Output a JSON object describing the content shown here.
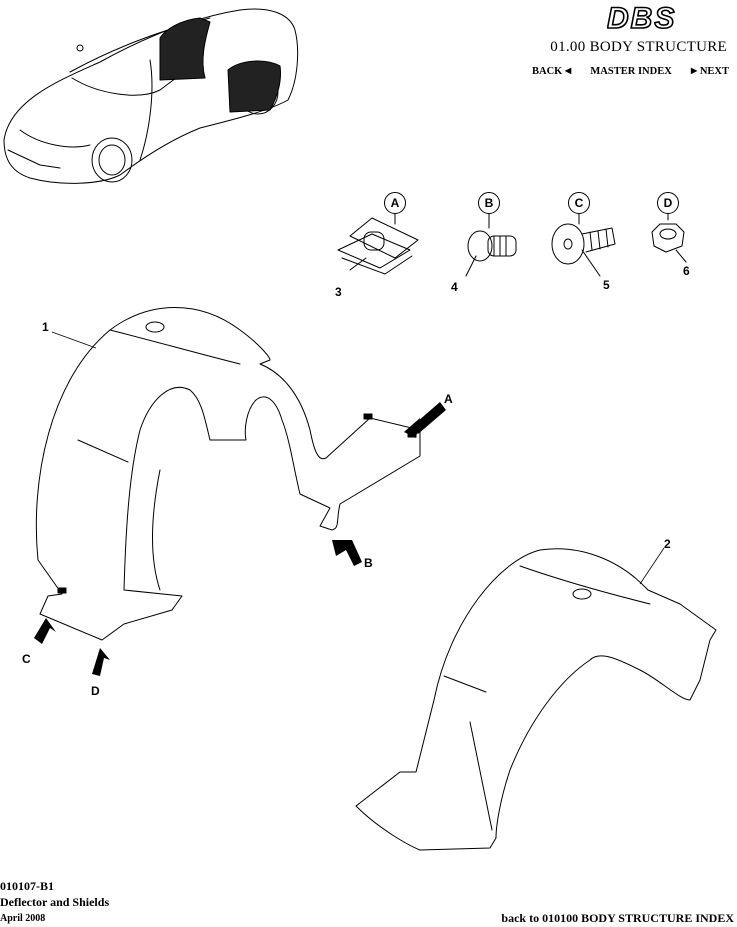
{
  "header": {
    "logo_text": "DBS",
    "section_title": "01.00 BODY STRUCTURE",
    "nav": {
      "back": "BACK",
      "master_index": "MASTER INDEX",
      "next": "NEXT"
    }
  },
  "fastener_callouts": [
    {
      "letter": "A",
      "part_number": "3"
    },
    {
      "letter": "B",
      "part_number": "4"
    },
    {
      "letter": "C",
      "part_number": "5"
    },
    {
      "letter": "D",
      "part_number": "6"
    }
  ],
  "part_labels": {
    "part1": "1",
    "part2": "2"
  },
  "pointer_labels": {
    "a": "A",
    "b": "B",
    "c": "C",
    "d": "D"
  },
  "footer": {
    "code": "010107-B1",
    "name": "Deflector and Shields",
    "date": "April 2008",
    "back_link": "back to 010100 BODY STRUCTURE INDEX"
  }
}
